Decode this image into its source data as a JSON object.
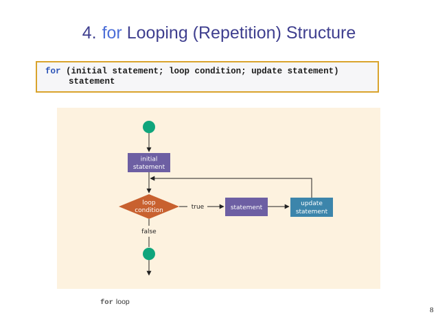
{
  "title": {
    "number": "4.",
    "keyword": "for",
    "text": "Looping (Repetition) Structure"
  },
  "code": {
    "keyword": "for",
    "line1_rest": "(initial statement; loop condition; update statement)",
    "line2": "statement"
  },
  "flowchart": {
    "initial_line1": "initial",
    "initial_line2": "statement",
    "condition_line1": "loop",
    "condition_line2": "condition",
    "true_label": "true",
    "false_label": "false",
    "statement": "statement",
    "update_line1": "update",
    "update_line2": "statement",
    "colors": {
      "background": "#fdf2df",
      "start_end_node": "#0fa57c",
      "initial_box": "#6d5fa3",
      "condition_diamond": "#c8612f",
      "statement_box": "#6d5fa3",
      "update_box": "#3c85ab"
    }
  },
  "caption": {
    "keyword": "for",
    "text": "loop"
  },
  "page_number": "8"
}
